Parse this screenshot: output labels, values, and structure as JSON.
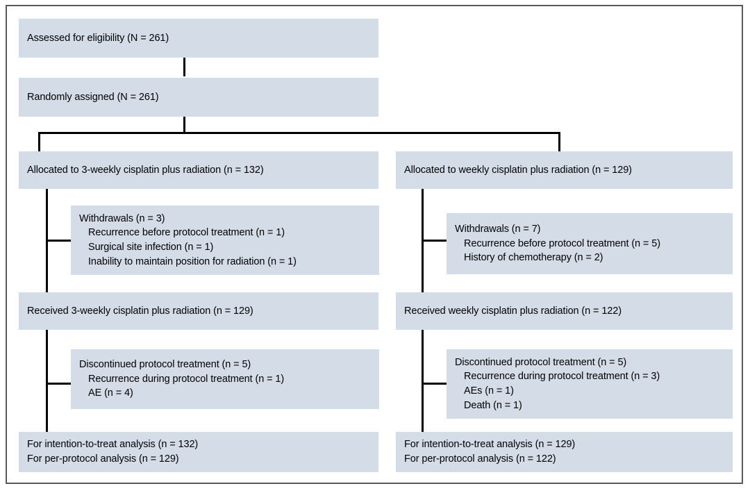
{
  "figure": {
    "type": "consort-flow-diagram",
    "box_fill_color": "#d4dce8",
    "frame_color": "#58595b",
    "connector_color": "#000000"
  },
  "nodes": {
    "assessed": {
      "id": "assessed-for-eligibility",
      "lines": [
        "Assessed for eligibility (N = 261)"
      ],
      "n_label": "N = 261",
      "count": 261
    },
    "randomized": {
      "id": "randomly-assigned",
      "lines": [
        "Randomly assigned (N = 261)"
      ],
      "n_label": "N = 261",
      "count": 261
    },
    "allocated_left": {
      "id": "allocated-3-weekly",
      "lines": [
        "Allocated to 3-weekly cisplatin plus radiation (n = 132)"
      ],
      "n_label": "n = 132",
      "count": 132
    },
    "allocated_right": {
      "id": "allocated-weekly",
      "lines": [
        "Allocated to weekly cisplatin plus radiation (n = 129)"
      ],
      "n_label": "n = 129",
      "count": 129
    },
    "withdrawals_left": {
      "id": "withdrawals-3-weekly",
      "heading": "Withdrawals (n = 3)",
      "count": 3,
      "items": [
        "Recurrence before protocol treatment (n = 1)",
        "Surgical site infection (n = 1)",
        "Inability to maintain position for radiation (n = 1)"
      ]
    },
    "withdrawals_right": {
      "id": "withdrawals-weekly",
      "heading": "Withdrawals (n = 7)",
      "count": 7,
      "items": [
        "Recurrence before protocol treatment (n = 5)",
        "History of chemotherapy (n = 2)"
      ]
    },
    "received_left": {
      "id": "received-3-weekly",
      "lines": [
        "Received 3-weekly cisplatin plus radiation (n = 129)"
      ],
      "n_label": "n = 129",
      "count": 129
    },
    "received_right": {
      "id": "received-weekly",
      "lines": [
        "Received weekly cisplatin plus radiation (n = 122)"
      ],
      "n_label": "n = 122",
      "count": 122
    },
    "discontinued_left": {
      "id": "discontinued-3-weekly",
      "heading": "Discontinued protocol treatment (n = 5)",
      "count": 5,
      "items": [
        "Recurrence during protocol treatment (n = 1)",
        "AE (n = 4)"
      ]
    },
    "discontinued_right": {
      "id": "discontinued-weekly",
      "heading": "Discontinued protocol treatment (n = 5)",
      "count": 5,
      "items": [
        "Recurrence during protocol treatment (n = 3)",
        "AEs (n = 1)",
        "Death (n = 1)"
      ]
    },
    "analysis_left": {
      "id": "analysis-3-weekly",
      "lines": [
        "For intention-to-treat analysis (n = 132)",
        "For per-protocol analysis (n = 129)"
      ],
      "itt_count": 132,
      "pp_count": 129
    },
    "analysis_right": {
      "id": "analysis-weekly",
      "lines": [
        "For intention-to-treat analysis (n = 129)",
        "For per-protocol analysis (n = 122)"
      ],
      "itt_count": 129,
      "pp_count": 122
    }
  }
}
